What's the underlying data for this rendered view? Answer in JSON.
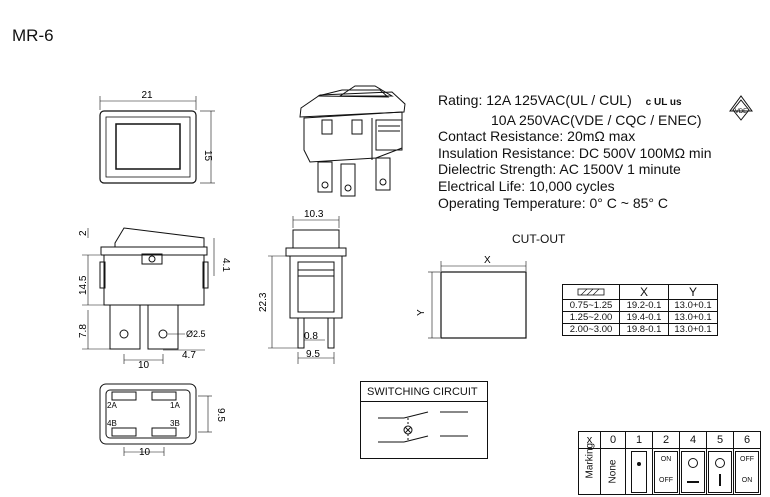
{
  "model": "MR-6",
  "specs": {
    "rating_label": "Rating:",
    "rating_line1": "12A 125VAC(UL / CUL)",
    "rating_line2": "10A  250VAC(VDE / CQC / ENEC)",
    "contact_resistance": "Contact Resistance: 20mΩ max",
    "insulation_resistance": "Insulation Resistance: DC 500V 100MΩ  min",
    "dielectric_strength": "Dielectric Strength: AC 1500V 1 minute",
    "electrical_life": "Electrical Life: 10,000 cycles",
    "operating_temperature": "Operating Temperature: 0° C ~ 85° C"
  },
  "marks": {
    "ul": "c UL us",
    "vde": "VDE"
  },
  "dims": {
    "front_width": "21",
    "front_height": "15",
    "side_top": "2",
    "side_body": "14.5",
    "side_terminal": "7.8",
    "side_right": "4.1",
    "hole": "Ø2.5",
    "term_pitch": "10",
    "term_offset": "4.7",
    "end_width": "10.3",
    "end_height": "22.3",
    "end_term": "0.8",
    "end_pitch": "9.5",
    "bottom_pitch": "10",
    "bottom_height": "9.5"
  },
  "bottom_terminals": [
    "2A",
    "1A",
    "4B",
    "3B"
  ],
  "cutout": {
    "title": "CUT-OUT",
    "x_label": "X",
    "y_label": "Y",
    "table": {
      "headers": [
        "X",
        "Y"
      ],
      "rows": [
        {
          "range": "0.75~1.25",
          "x": "19.2-0.1",
          "y": "13.0+0.1"
        },
        {
          "range": "1.25~2.00",
          "x": "19.4-0.1",
          "y": "13.0+0.1"
        },
        {
          "range": "2.00~3.00",
          "x": "19.8-0.1",
          "y": "13.0+0.1"
        }
      ]
    }
  },
  "switching": {
    "title": "SWITCHING CIRCUIT"
  },
  "marking": {
    "header_label": "x",
    "columns": [
      "0",
      "1",
      "2",
      "4",
      "5",
      "6"
    ],
    "row_label": "Marking",
    "none_label": "None",
    "on": "ON",
    "off": "OFF"
  }
}
